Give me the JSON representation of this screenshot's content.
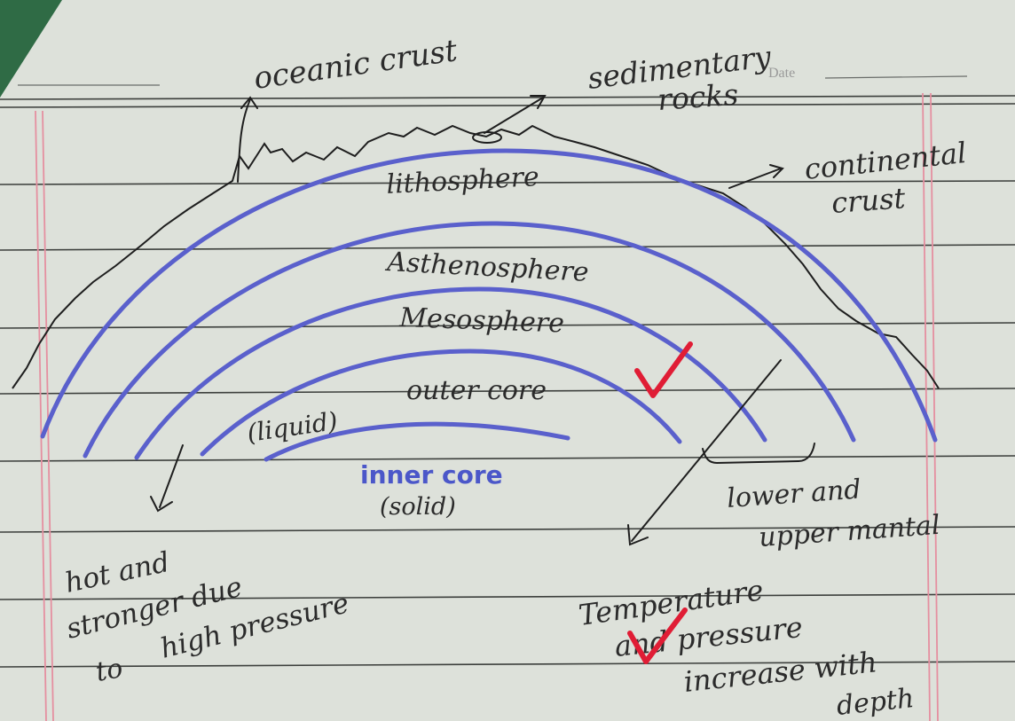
{
  "header": {
    "date_label": "Date"
  },
  "layers": {
    "lithosphere": "lithosphere",
    "asthenosphere": "Asthenosphere",
    "mesosphere": "Mesosphere",
    "outer_core": "outer core",
    "outer_core_state": "(liquid)",
    "inner_core": "inner core",
    "inner_core_state": "(solid)"
  },
  "annotations": {
    "oceanic_crust": "oceanic crust",
    "sedimentary_line1": "sedimentary",
    "sedimentary_line2": "rocks",
    "continental_line1": "continental",
    "continental_line2": "crust",
    "mantle_line1": "lower and",
    "mantle_line2": "upper mantal",
    "hot_line1": "hot and",
    "hot_line2": "stronger due",
    "hot_line3": "to",
    "hot_line4": "high pressure",
    "temp_line1": "Temperature",
    "temp_line2": "and pressure",
    "temp_line3": "increase with",
    "temp_line4": "depth"
  },
  "colors": {
    "paper": "#dfe3dc",
    "rule_line": "#3c3f3c",
    "margin_line": "#e58fa0",
    "ink_blue": "#5a60cc",
    "ink_dark": "#2b2b2b",
    "check_red": "#e01d35",
    "corner_green": "#2f6b45"
  },
  "marks": {
    "checkmarks": 2
  }
}
